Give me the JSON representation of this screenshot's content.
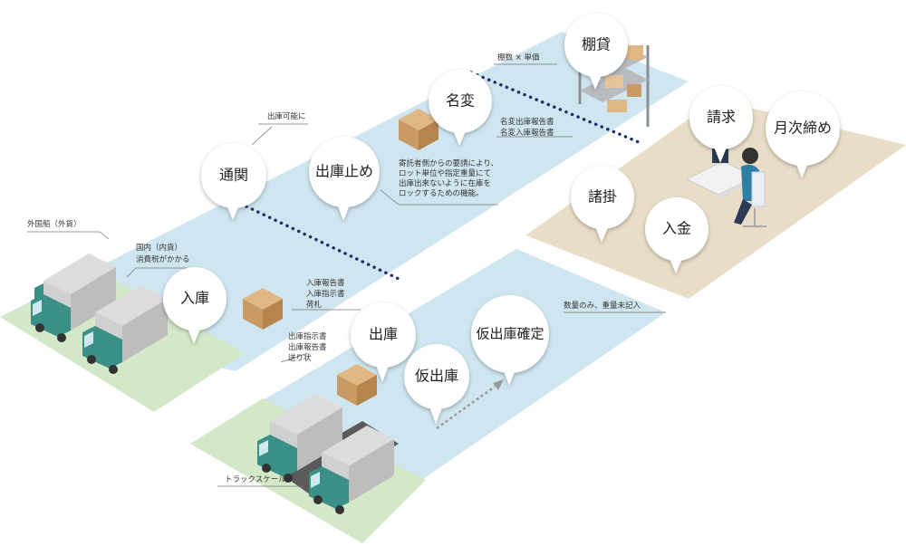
{
  "bubbles": {
    "nyuko": "入庫",
    "tsukan": "通関",
    "shukko_dome": "出庫止め",
    "meihen": "名変",
    "tanagashi": "棚貸",
    "seikyu": "請求",
    "getsuji": "月次締め",
    "shokake": "諸掛",
    "nyukin": "入金",
    "shukko": "出庫",
    "kari_shukko": "仮出庫",
    "kari_kakutei": "仮出庫確定"
  },
  "annotations": {
    "gaikoku": "外国船（外貨）",
    "kokunai_1": "国内（内貨）",
    "kokunai_2": "消費税がかかる",
    "shukko_kanou": "出庫可能に",
    "tanasu": "棚数 × 単価",
    "meihen_1": "名変出庫報告書",
    "meihen_2": "名変入庫報告書",
    "dome_1": "寄託者側からの要請により、",
    "dome_2": "ロット単位や指定重量にて",
    "dome_3": "出庫出来ないように在庫を",
    "dome_4": "ロックするための機能。",
    "nyuko_doc_1": "入庫報告書",
    "nyuko_doc_2": "入庫指示書",
    "nyuko_doc_3": "荷札",
    "shukko_doc_1": "出庫指示書",
    "shukko_doc_2": "出庫報告書",
    "shukko_doc_3": "送り状",
    "suryo": "数量のみ、重量未記入",
    "truck_scale": "トラックスケール"
  },
  "colors": {
    "blue_zone": "#cfe6f0",
    "green_zone": "#d3e8c8",
    "beige_zone": "#eaddc8",
    "dots": "#1d2f6b",
    "truck_body": "#3a8f86",
    "box": "#c99a63"
  }
}
